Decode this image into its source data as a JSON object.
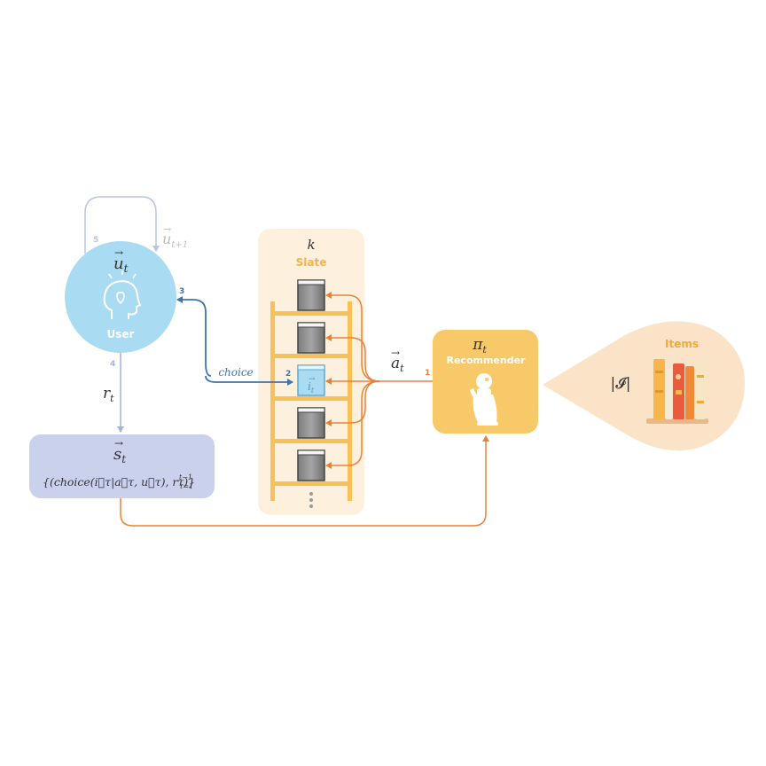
{
  "diagram": {
    "user": {
      "vector": "u",
      "subscript": "t",
      "label": "User"
    },
    "next_state": {
      "vector": "u",
      "subscript": "t+1"
    },
    "reward": {
      "symbol": "r",
      "subscript": "t"
    },
    "state": {
      "vector": "s",
      "subscript": "t",
      "formula": "{(choice(i⃗τ|a⃗τ, u⃗τ), rτ)}",
      "formula_sup": "t−1",
      "formula_sub": "τ=1"
    },
    "slate": {
      "k_label": "k",
      "label": "Slate",
      "item_count": 5
    },
    "chosen_item": {
      "vector": "i",
      "subscript": "t"
    },
    "choice_label": "choice",
    "action": {
      "vector": "a",
      "subscript": "t"
    },
    "recommender": {
      "symbol": "π",
      "subscript": "t",
      "label": "Recommender"
    },
    "items": {
      "label": "Items",
      "set_label": "|𝓘|"
    },
    "step_numbers": {
      "s1": "1",
      "s2": "2",
      "s3": "3",
      "s4": "4",
      "s5": "5"
    },
    "colors": {
      "user_blue": "#a9dcf2",
      "choice_blue": "#3f72b5",
      "faint_blue": "#b7c6e2",
      "reward_blue": "#9fb7d6",
      "state_box": "#c9d1ec",
      "slate_bg": "#fdf1de",
      "ladder": "#f7c05a",
      "recommender": "#f8c969",
      "recommender_text": "#ffffff",
      "orange_arrow": "#e8823a",
      "items_bubble": "#fbe3c7",
      "items_label": "#f0a93a",
      "grey_text": "#bdbdbd"
    }
  }
}
